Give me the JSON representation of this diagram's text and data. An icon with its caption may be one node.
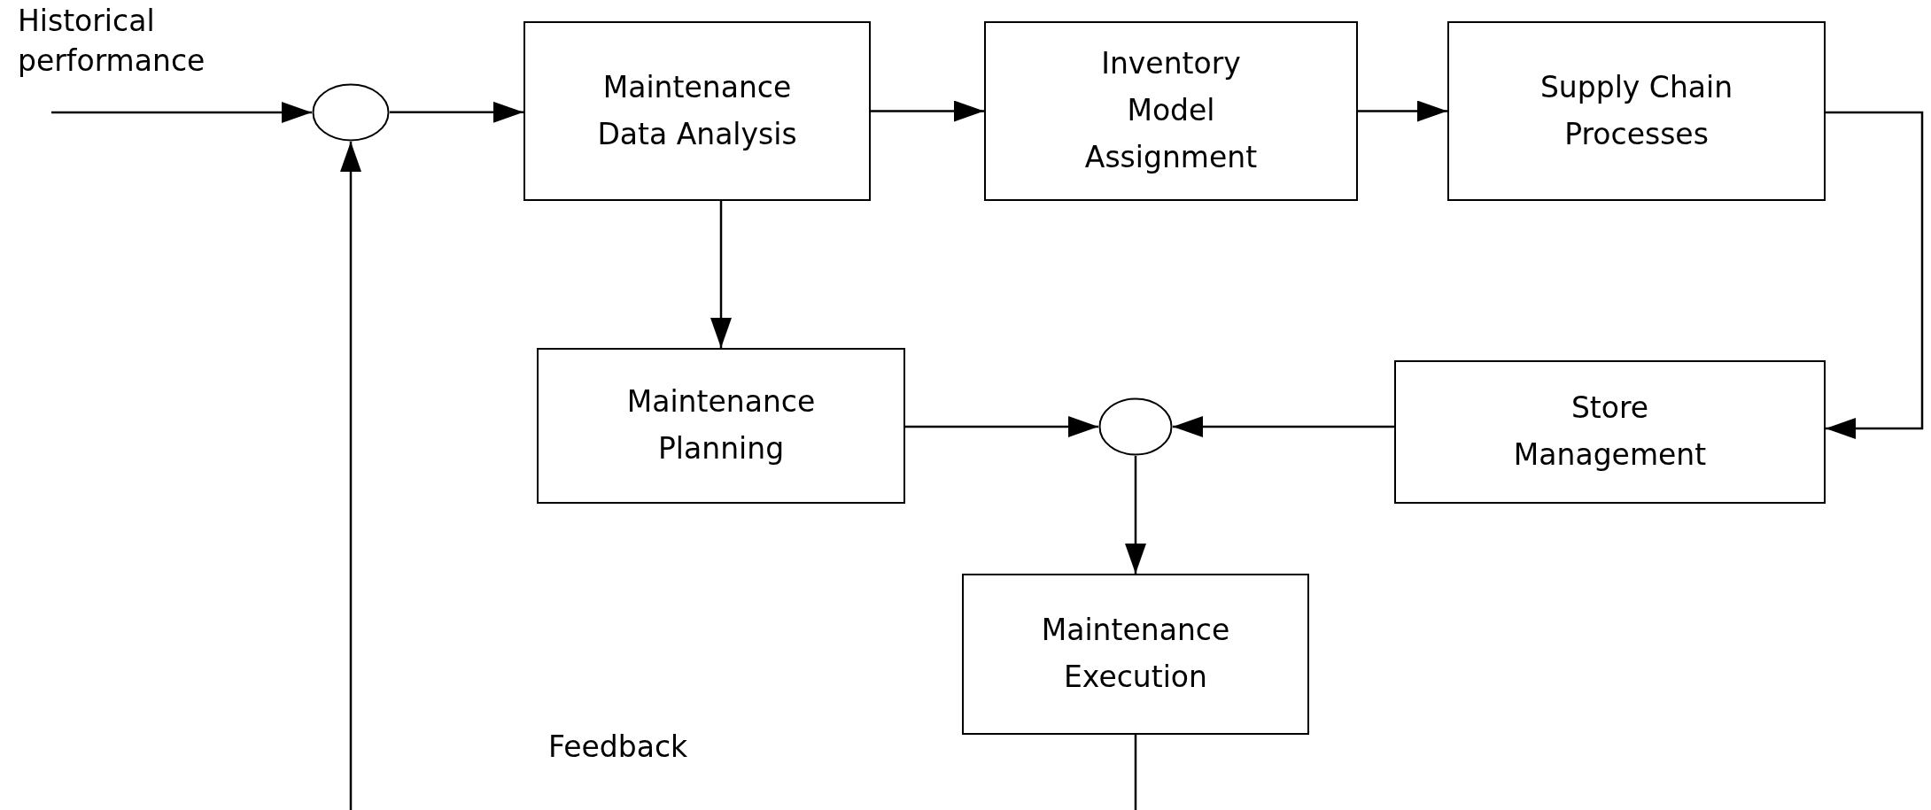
{
  "diagram": {
    "nodes": [
      {
        "text": [],
        "shape": "circle"
      },
      {
        "text": [
          "Maintenance Data Analysis"
        ]
      },
      {
        "text": [
          "Inventory Model Assignment"
        ]
      },
      {
        "text": [
          "Supply Chain Processes"
        ]
      },
      {
        "text": [
          "Maintenance Planning"
        ]
      },
      {
        "text": [],
        "shape": "circle"
      },
      {
        "text": [
          "Store Management"
        ]
      },
      {
        "text": [
          "Maintenance Execution"
        ]
      }
    ],
    "edges": [
      {
        "from": null,
        "to": 0,
        "arrow": "to"
      },
      {
        "from": 0,
        "to": 1,
        "arrow": "to"
      },
      {
        "from": 1,
        "to": 2,
        "arrow": "to"
      },
      {
        "from": 2,
        "to": 3,
        "arrow": "to"
      },
      {
        "from": 3,
        "to": 6,
        "arrow": "to"
      },
      {
        "from": 1,
        "to": 4,
        "arrow": "to"
      },
      {
        "from": 4,
        "to": 5,
        "arrow": "to"
      },
      {
        "from": 6,
        "to": 5,
        "arrow": "to"
      },
      {
        "from": 5,
        "to": 7,
        "arrow": "to"
      },
      {
        "from": 7,
        "to": 0,
        "arrow": "to"
      }
    ],
    "labels": [
      "Historical performance",
      "Feedback"
    ]
  }
}
